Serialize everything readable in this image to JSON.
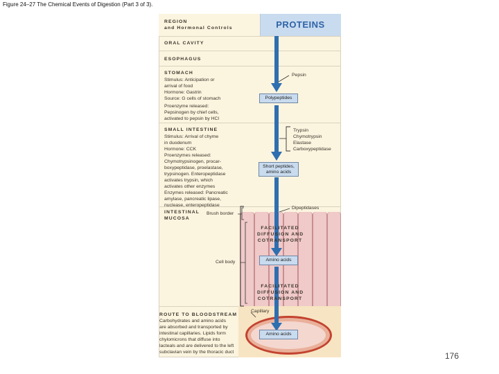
{
  "figure_caption": "Figure 24–27 The Chemical Events of Digestion (Part 3 of 3).",
  "header": {
    "region_label": "REGION",
    "region_sublabel": "and Hormonal Controls",
    "proteins_title": "PROTEINS"
  },
  "regions": {
    "oral_cavity": "ORAL CAVITY",
    "esophagus": "ESOPHAGUS",
    "stomach": {
      "title": "STOMACH",
      "lines": [
        "Stimulus: Anticipation or",
        "   arrival of food",
        "Hormone: Gastrin",
        "Source: G cells of stomach",
        "Proenzyme released:",
        "   Pepsinogen by chief cells,",
        "   activated to pepsin by HCl"
      ]
    },
    "small_intestine": {
      "title": "SMALL INTESTINE",
      "lines": [
        "Stimulus: Arrival of chyme",
        "   in duodenum",
        "Hormone: CCK",
        "Proenzymes released:",
        "   Chymotrypsinogen, procar-",
        "   boxypeptidase, proelastase,",
        "   trypsinogen. Enteropeptidase",
        "   activates trypsin, which",
        "   activates other enzymes",
        "Enzymes released: Pancreatic",
        "   amylase, pancreatic lipase,",
        "   nuclease, enteropeptidase"
      ]
    },
    "intestinal_mucosa": [
      "INTESTINAL",
      "MUCOSA"
    ],
    "route": {
      "title": "ROUTE TO BLOODSTREAM",
      "lines": [
        "Carbohydrates and amino acids",
        "are absorbed and transported by",
        "intestinal capillaries. Lipids form",
        "chylomicrons that diffuse into",
        "lacteals and are delivered to the left",
        "subclavian vein by the thoracic duct"
      ]
    }
  },
  "enzymes": {
    "stomach": "Pepsin",
    "small_intestine": [
      "Trypsin",
      "Chymotrypsin",
      "Elastase",
      "Carboxypeptidase"
    ],
    "mucosa": "Dipeptidases"
  },
  "products": {
    "polypeptides": "Polypeptides",
    "short_peptides": [
      "Short peptides,",
      "amino acids"
    ],
    "amino_acids_cell": "Amino acids",
    "amino_acids_blood": "Amino acids"
  },
  "labels": {
    "brush_border": "Brush border",
    "cell_body": "Cell body",
    "capillary": "Capillary",
    "facilitated_1": [
      "FACILITATED",
      "DIFFUSION AND",
      "COTRANSPORT"
    ],
    "facilitated_2": [
      "FACILITATED",
      "DIFFUSION AND",
      "COTRANSPORT"
    ]
  },
  "page_number": "176",
  "colors": {
    "panel_background": "#fbf4df",
    "header_blue": "#c9dbee",
    "proteins_text": "#2e63a8",
    "arrow_blue": "#2f6fb0",
    "cell_pink": "#f0c9c9",
    "capillary_red": "#c3432f"
  }
}
